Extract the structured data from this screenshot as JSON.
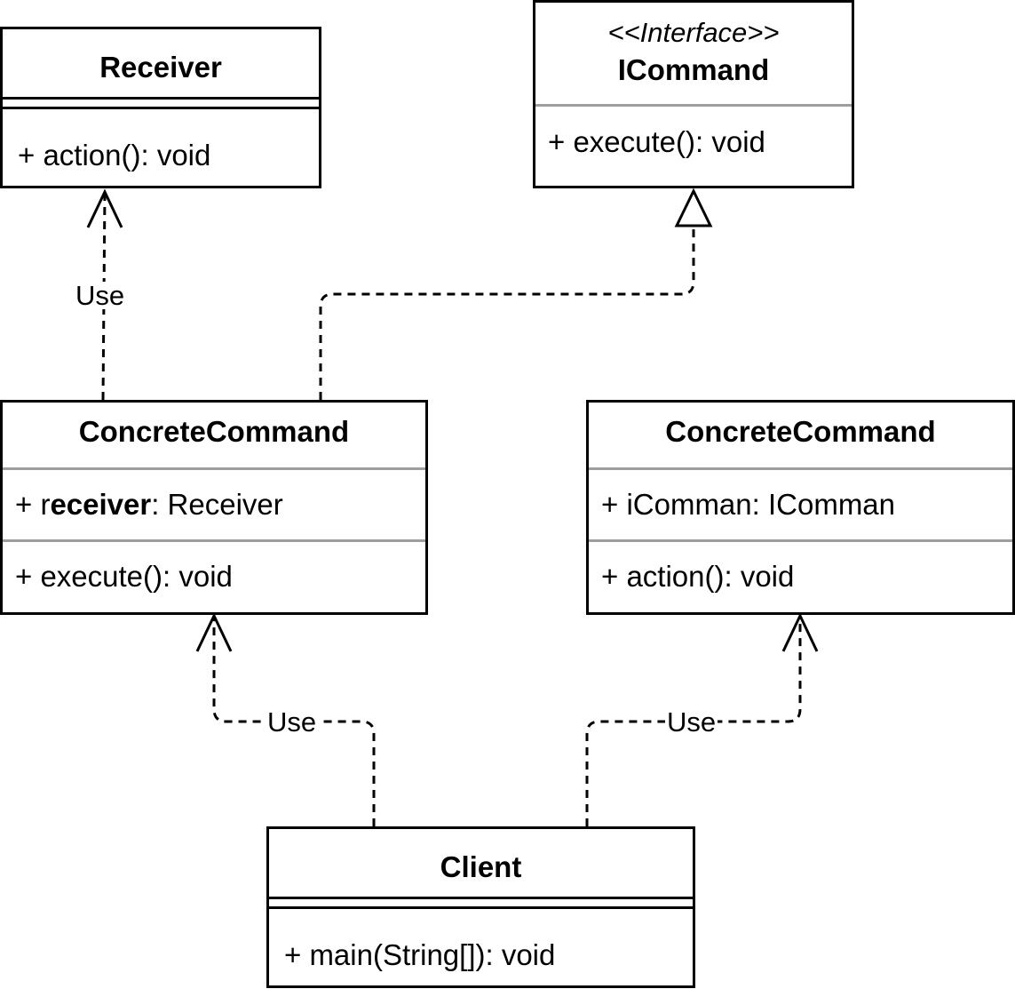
{
  "classes": {
    "receiver": {
      "name": "Receiver",
      "methods": [
        "+ action(): void"
      ]
    },
    "icommand": {
      "stereotype": "<<Interface>>",
      "name": "ICommand",
      "methods": [
        "+ execute(): void"
      ]
    },
    "concrete_command_1": {
      "name": "ConcreteCommand",
      "attribute": {
        "prefix": "+ r",
        "bold": "eceiver",
        "suffix": ": Receiver"
      },
      "methods": [
        "+ execute(): void"
      ]
    },
    "concrete_command_2": {
      "name": "ConcreteCommand",
      "attributes": [
        "+ iComman: IComman"
      ],
      "methods": [
        "+ action(): void"
      ]
    },
    "client": {
      "name": "Client",
      "methods": [
        "+ main(String[]): void"
      ]
    }
  },
  "relations": [
    {
      "from": "ConcreteCommand",
      "to": "Receiver",
      "type": "dependency",
      "label": "Use"
    },
    {
      "from": "ConcreteCommand",
      "to": "ICommand",
      "type": "realization",
      "label": ""
    },
    {
      "from": "Client",
      "to": "ConcreteCommand",
      "type": "dependency",
      "label": "Use"
    },
    {
      "from": "Client",
      "to": "ConcreteCommand",
      "type": "dependency",
      "label": "Use"
    }
  ]
}
